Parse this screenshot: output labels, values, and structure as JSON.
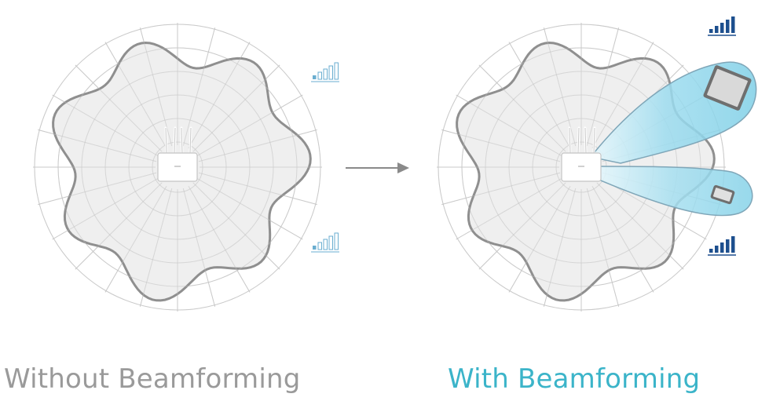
{
  "colors": {
    "grid": "#d4d4d4",
    "blob_fill": "#ececec",
    "blob_stroke": "#8f8f8f",
    "weak_signal": "#6aaed0",
    "strong_signal": "#1d4f8e",
    "beam_light": "#cdeef8",
    "beam_dark": "#8fd6ec",
    "beam_stroke": "#7fa6b8",
    "arrow": "#8a8a8a",
    "caption_left": "#9a9a9a",
    "caption_right": "#3bb4c9"
  },
  "icons": [
    "router-icon",
    "signal-bars-weak-icon",
    "signal-bars-strong-icon",
    "tablet-icon",
    "phone-icon",
    "arrow-right-icon"
  ],
  "left_panel": {
    "caption": "Without Beamforming",
    "signal": "weak"
  },
  "right_panel": {
    "caption": "With Beamforming",
    "signal": "strong"
  }
}
